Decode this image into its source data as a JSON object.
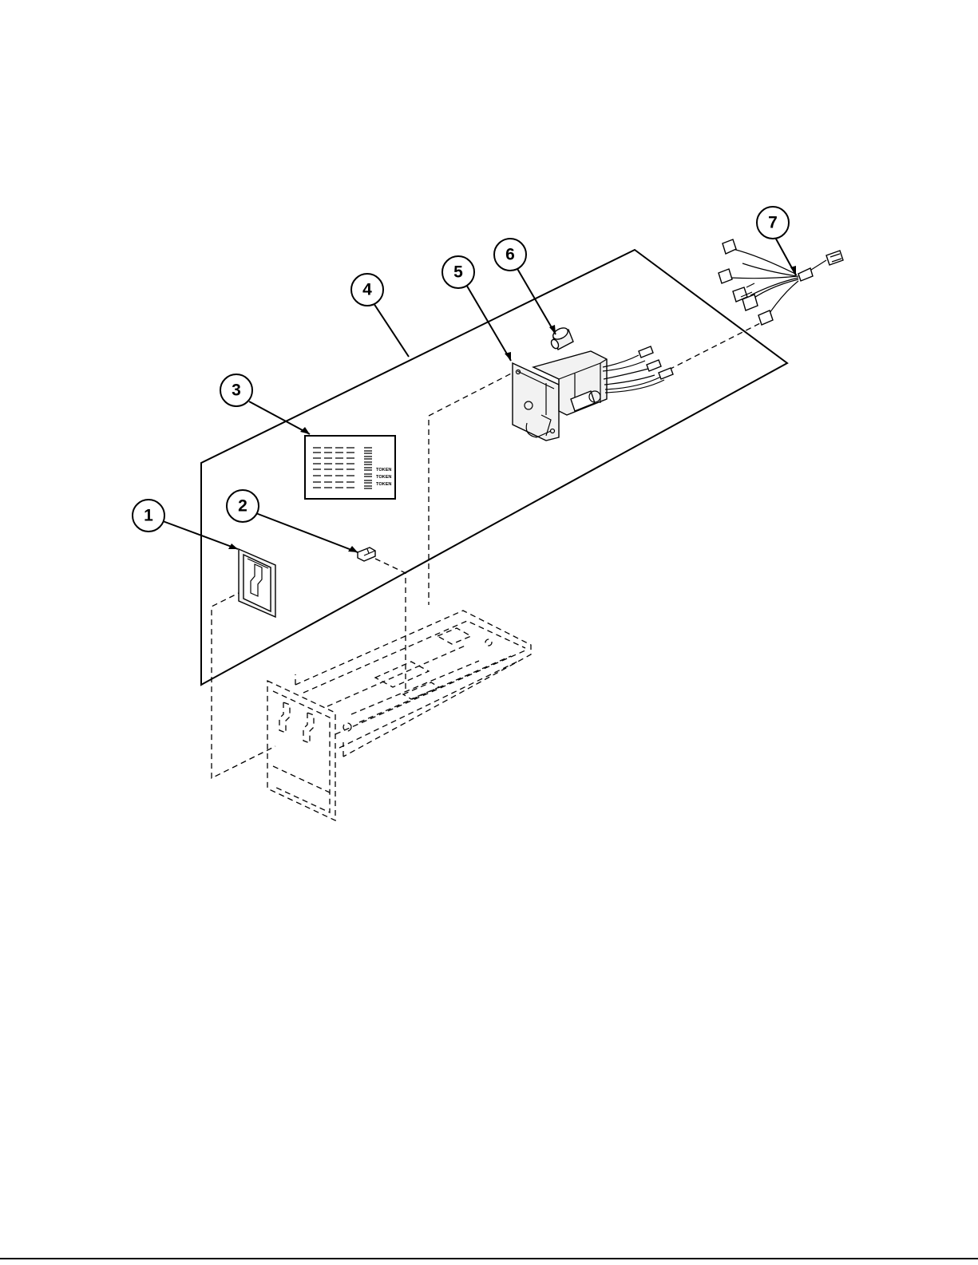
{
  "callouts": [
    {
      "id": "1",
      "label": "1"
    },
    {
      "id": "2",
      "label": "2"
    },
    {
      "id": "3",
      "label": "3"
    },
    {
      "id": "4",
      "label": "4"
    },
    {
      "id": "5",
      "label": "5"
    },
    {
      "id": "6",
      "label": "6"
    },
    {
      "id": "7",
      "label": "7"
    }
  ],
  "label_plate": {
    "token_lines": [
      "TOKEN",
      "TOKEN",
      "TOKEN"
    ]
  }
}
